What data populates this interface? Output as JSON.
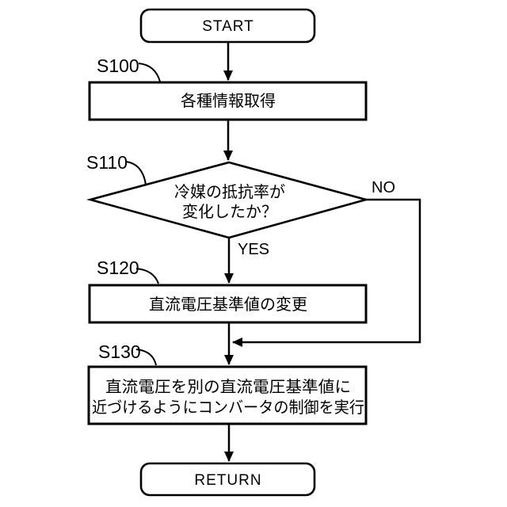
{
  "flowchart": {
    "title_semantic": "converter-control-flowchart",
    "colors": {
      "background": "#ffffff",
      "line": "#000000",
      "text": "#000000"
    },
    "start": {
      "shape": "terminal",
      "label": "START"
    },
    "s100": {
      "shape": "process",
      "step_id": "S100",
      "label": "各種情報取得"
    },
    "s110": {
      "shape": "decision",
      "step_id": "S110",
      "line1": "冷媒の抵抗率が",
      "line2": "変化したか？",
      "yes_label": "YES",
      "no_label": "NO"
    },
    "s120": {
      "shape": "process",
      "step_id": "S120",
      "label": "直流電圧基準値の変更"
    },
    "s130": {
      "shape": "process",
      "step_id": "S130",
      "line1": "直流電圧を別の直流電圧基準値に",
      "line2": "近づけるようにコンバータの制御を実行"
    },
    "return": {
      "shape": "terminal",
      "label": "RETURN"
    }
  }
}
